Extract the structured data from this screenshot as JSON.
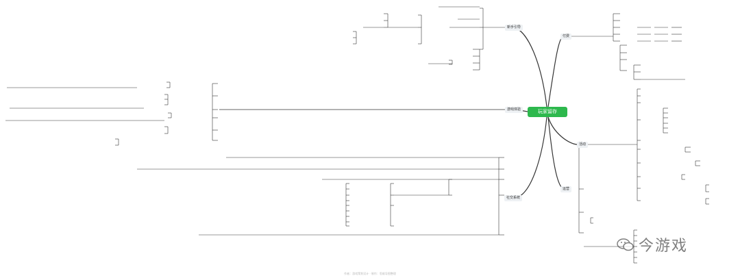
{
  "root": "玩家留存",
  "branches": {
    "top_left": "新手引导",
    "top_right": "付费",
    "left": "游戏体验",
    "bottom_left": "社交系统",
    "right_upper": "活动",
    "right_lower": "运营"
  },
  "watermark": "今游戏",
  "footer": "作者：游戏策划设计 · 制作：思维导图整理"
}
